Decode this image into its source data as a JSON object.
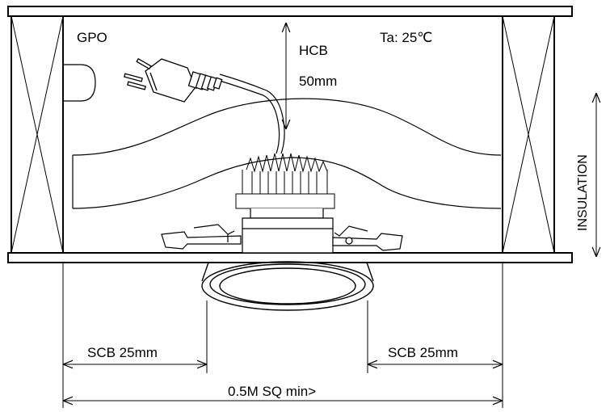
{
  "labels": {
    "gpo": "GPO",
    "ta": "Ta:  25℃",
    "hcb": "HCB",
    "hcb_value": "50mm",
    "insulation": "INSULATION",
    "scb_left": "SCB 25mm",
    "scb_right": "SCB 25mm",
    "bottom_dimension": "0.5M SQ min>"
  },
  "colors": {
    "line": "#000000",
    "background": "#ffffff"
  }
}
